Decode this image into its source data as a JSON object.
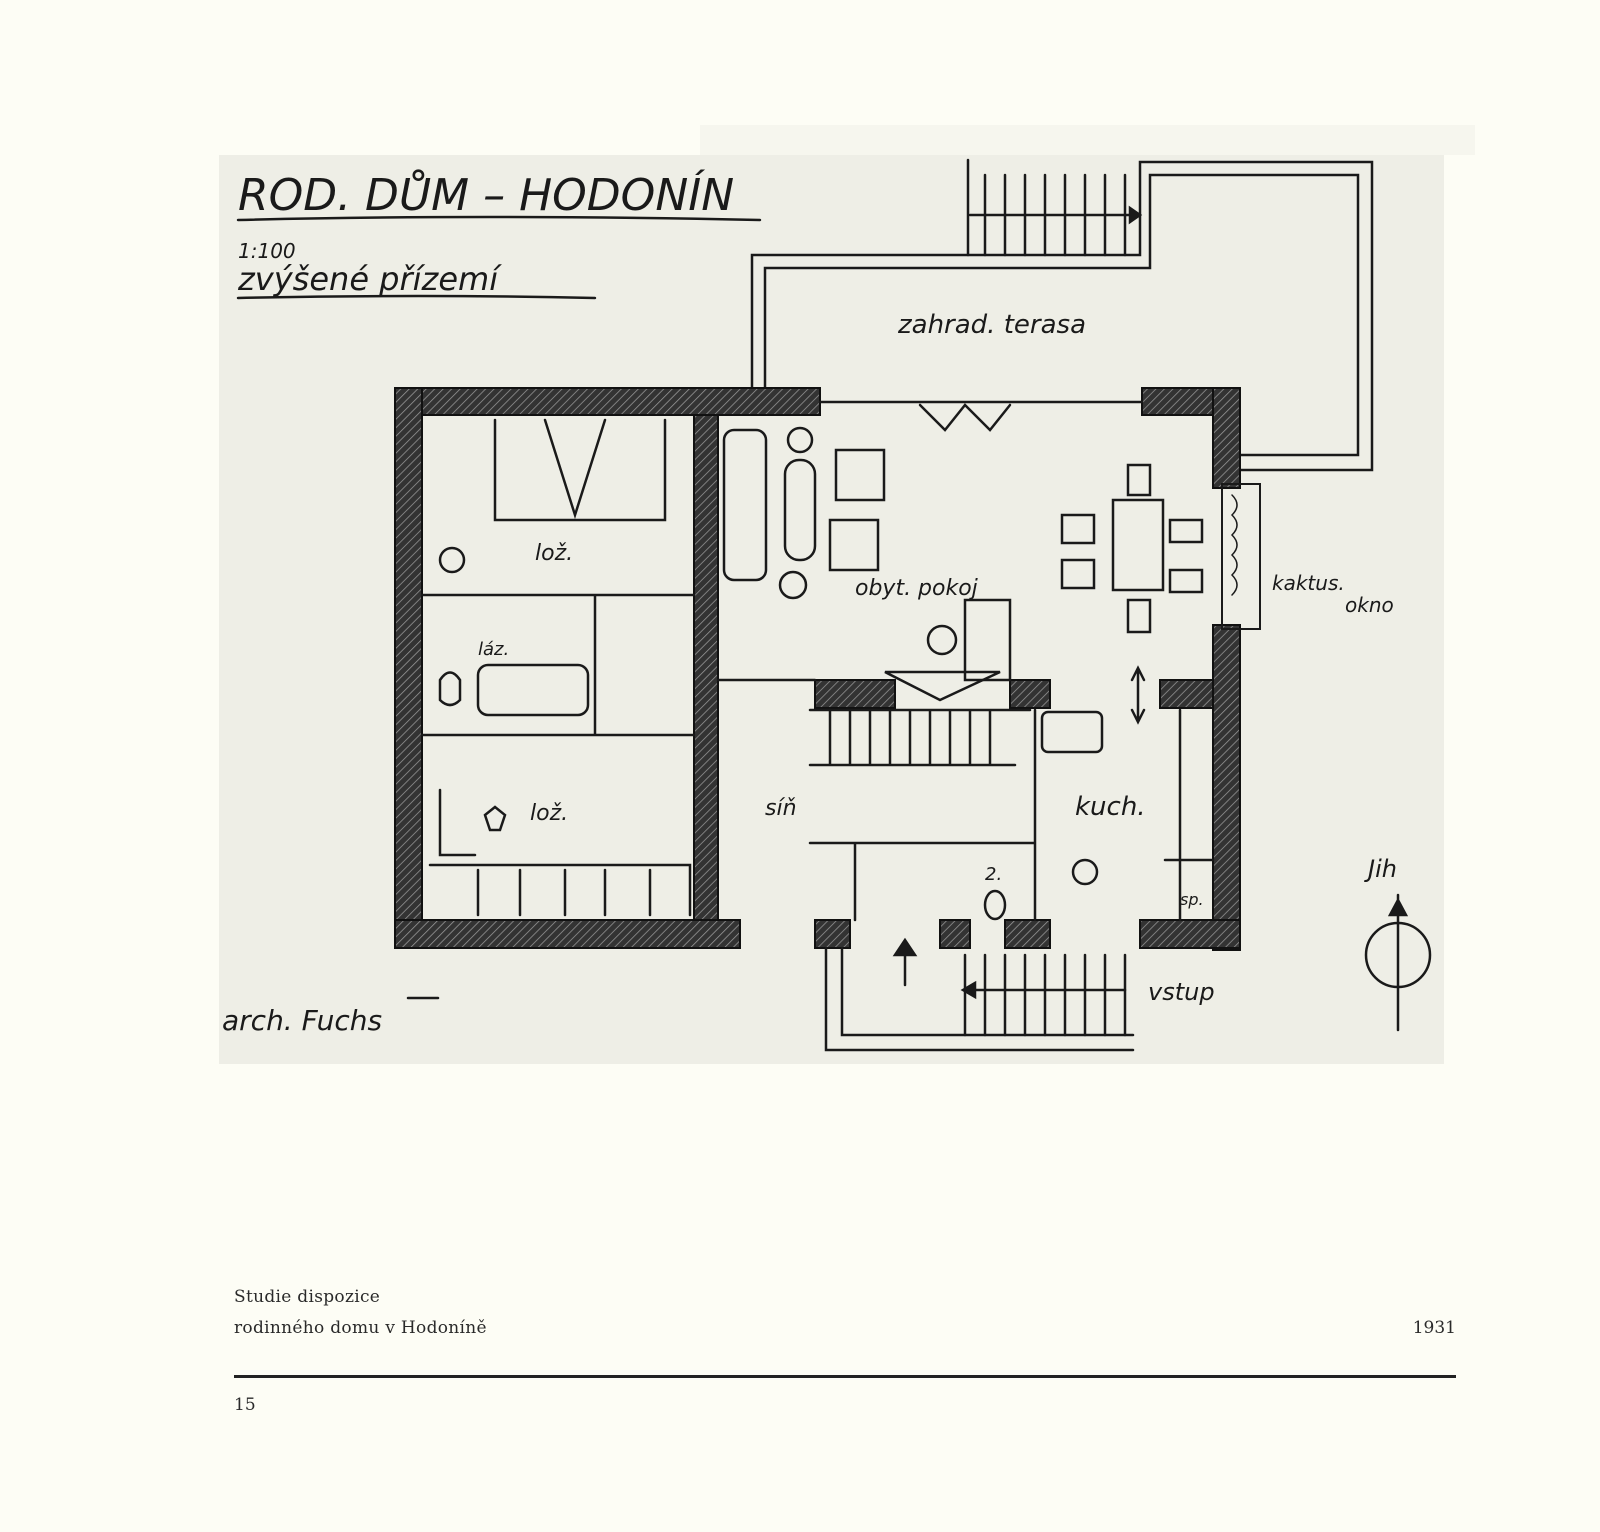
{
  "sketch": {
    "title": "ROD. DŮM – HODONÍN",
    "scale": "1:100",
    "subtitle": "zvýšené přízemí",
    "labels": {
      "terrace": "zahrad. terasa",
      "bedroom1": "lož.",
      "bathroom": "láz.",
      "bedroom2": "lož.",
      "living_room": "obyt. pokoj",
      "cactus_window": "kaktus.",
      "cactus_window2": "okno",
      "hall": "síň",
      "kitchen": "kuch.",
      "wc": "2.",
      "pantry": "sp.",
      "entrance": "vstup",
      "south": "Jih"
    },
    "signature": "arch. Fuchs"
  },
  "caption": {
    "line1": "Studie dispozice",
    "line2": "rodinného domu v Hodoníně",
    "year": "1931"
  },
  "page_number": "15"
}
